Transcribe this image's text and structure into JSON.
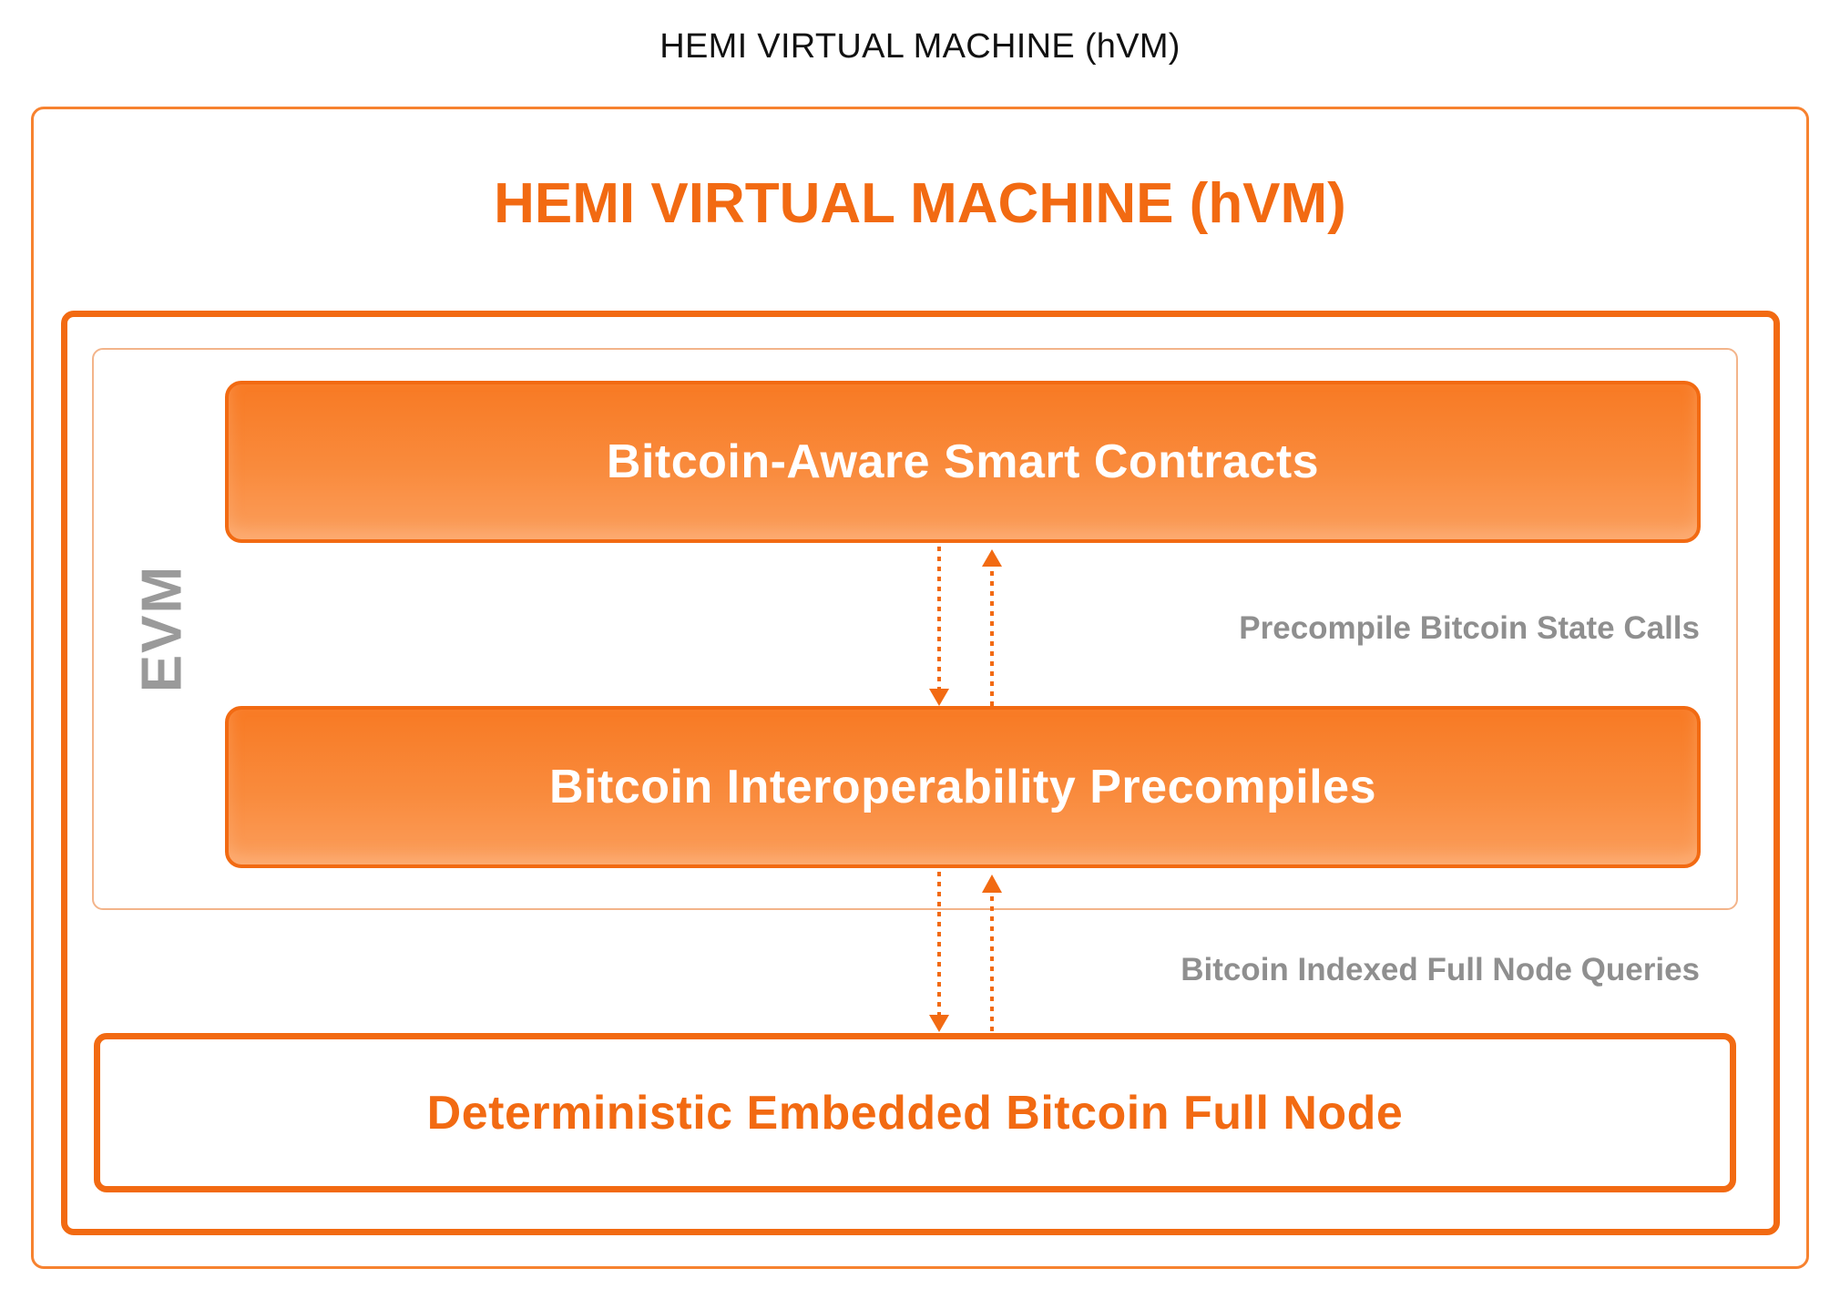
{
  "page_title": "HEMI VIRTUAL MACHINE (hVM)",
  "diagram": {
    "title": "HEMI VIRTUAL MACHINE (hVM)",
    "evm_label": "EVM",
    "layers": {
      "contracts": "Bitcoin-Aware Smart Contracts",
      "precompiles": "Bitcoin Interoperability Precompiles",
      "full_node": "Deterministic Embedded Bitcoin Full Node"
    },
    "connections": {
      "state_calls": "Precompile Bitcoin State Calls",
      "node_queries": "Bitcoin Indexed Full Node Queries"
    }
  },
  "colors": {
    "accent": "#F26A12",
    "accent_light": "#FB9E5C",
    "label_gray": "#8F8F8F"
  }
}
